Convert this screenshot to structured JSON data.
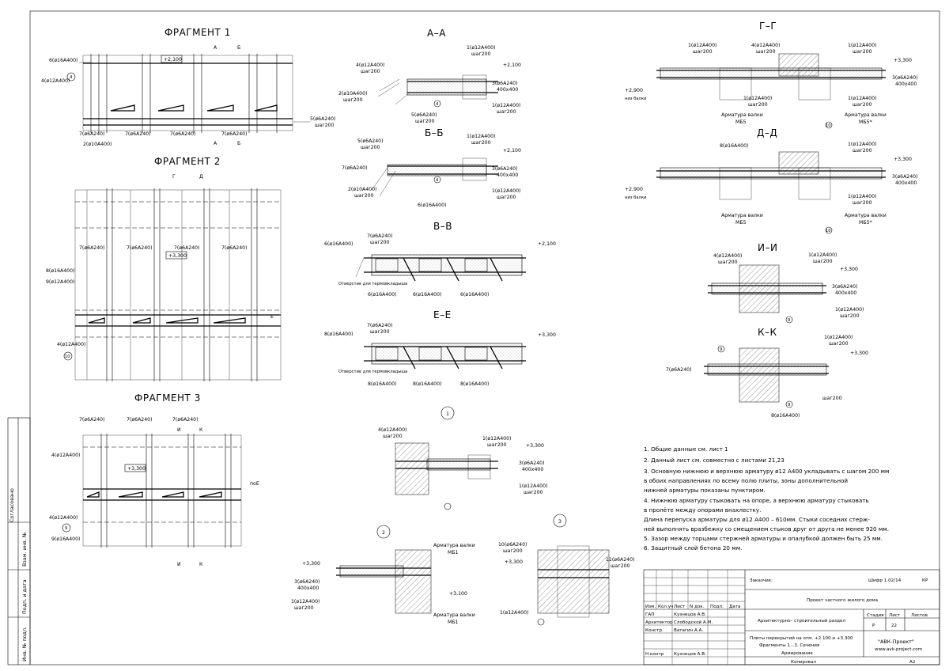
{
  "fragments": {
    "f1": "ФРАГМЕНТ 1",
    "f2": "ФРАГМЕНТ 2",
    "f3": "ФРАГМЕНТ 3"
  },
  "f1_labels": {
    "top": "6(ø16А400)",
    "left": "4(ø12А400)",
    "elev": "+2,100",
    "b1": "7(ø6А240)",
    "b2": "7(ø6А240)",
    "b3": "7(ø6А240)",
    "b4": "7(ø6А240)",
    "bottom": "2(ø10А400)",
    "right1": "5(ø6А240)",
    "right2": "шаг200",
    "secA": "А",
    "secB": "Б"
  },
  "f2_labels": {
    "g": "Г",
    "d": "Д",
    "r1": "7(ø6А240)",
    "r2": "7(ø6А240)",
    "r3": "7(ø6А240)",
    "r4": "7(ø6А240)",
    "elev": "+3,300",
    "left1": "8(ø16А400)",
    "left2": "9(ø12А400)",
    "left3": "4(ø12А400)",
    "e": "Е",
    "axis": "10"
  },
  "f3_labels": {
    "t1": "7(ø6А240)",
    "t2": "7(ø6А240)",
    "t3": "7(ø6А240)",
    "i": "И",
    "k": "К",
    "left1": "4(ø12А400)",
    "left2": "4(ø12А400)",
    "left3": "9(ø16А400)",
    "elev": "+3,300",
    "poe": "поЕ",
    "axis": "9"
  },
  "sections": {
    "aa": "А–А",
    "bb": "Б–Б",
    "vv": "В–В",
    "ee": "Е–Е",
    "gg": "Г–Г",
    "dd": "Д–Д",
    "ii": "И–И",
    "kk": "К–К",
    "n1": "1",
    "n2": "2",
    "n3": "3"
  },
  "sec_labels": {
    "aa_1": "4(ø12А400)",
    "aa_2": "шаг200",
    "aa_3": "2(ø10А400)",
    "aa_4": "шаг200",
    "aa_5": "5(ø6А240)",
    "aa_6": "шаг200",
    "aa_7": "1(ø12А400)",
    "aa_8": "шаг200",
    "aa_9": "3(ø6А240)",
    "aa_10": "400х400",
    "aa_11": "1(ø12А400)",
    "aa_12": "шаг200",
    "aa_elev": "+2,100",
    "bb_1": "5(ø6А240)",
    "bb_2": "шаг200",
    "bb_3": "7(ø6А240)",
    "bb_4": "2(ø10А400)",
    "bb_5": "шаг200",
    "bb_6": "6(ø16А400)",
    "bb_7": "1(ø12А400)",
    "bb_8": "шаг200",
    "bb_9": "3(ø6А240)",
    "bb_10": "400х400",
    "bb_11": "1(ø12А400)",
    "bb_12": "шаг200",
    "bb_elev": "+2,100",
    "vv_1": "7(ø6А240)",
    "vv_2": "шаг200",
    "vv_3": "6(ø16А400)",
    "vv_hole": "Отверстие для термовкладыша",
    "vv_b1": "6(ø16А400)",
    "vv_b2": "6(ø16А400)",
    "vv_b3": "6(ø16А400)",
    "vv_elev": "+2,100",
    "ee_1": "7(ø6А240)",
    "ee_2": "шаг200",
    "ee_3": "8(ø16А400)",
    "ee_hole": "Отверстие для термовкладыша",
    "ee_b1": "8(ø16А400)",
    "ee_b2": "8(ø16А400)",
    "ee_b3": "8(ø16А400)",
    "ee_elev": "+3,300",
    "gg_1": "1(ø12А400)",
    "gg_2": "шаг200",
    "gg_3": "4(ø12А400)",
    "gg_4": "шаг200",
    "gg_5": "1(ø12А400)",
    "gg_6": "шаг200",
    "gg_7": "3(ø6А240)",
    "gg_8": "400х400",
    "gg_9": "1(ø12А400)",
    "gg_10": "шаг200",
    "gg_11": "1(ø12А400)",
    "gg_12": "шаг200",
    "gg_13": "Арматура валки",
    "gg_14": "МБ5",
    "gg_15": "Арматура валки",
    "gg_16": "МБ5*",
    "gg_elev1": "+3,300",
    "gg_elev2": "+2,900",
    "gg_elev3": "низ балки",
    "dd_1": "8(ø16А400)",
    "dd_2": "1(ø12А400)",
    "dd_3": "шаг200",
    "dd_4": "3(ø6А240)",
    "dd_5": "400х400",
    "dd_6": "1(ø12А400)",
    "dd_7": "шаг200",
    "dd_8": "Арматура валки",
    "dd_9": "МБ5",
    "dd_10": "Арматура валки",
    "dd_11": "МБ5*",
    "dd_elev1": "+3,300",
    "dd_elev2": "+2,900",
    "dd_elev3": "низ балки",
    "ii_1": "4(ø12А400)",
    "ii_2": "шаг200",
    "ii_3": "1(ø12А400)",
    "ii_4": "шаг200",
    "ii_5": "3(ø6А240)",
    "ii_6": "400х400",
    "ii_7": "1(ø12А400)",
    "ii_8": "шаг200",
    "ii_elev": "+3,300",
    "kk_1": "1(ø12А400)",
    "kk_2": "шаг200",
    "kk_3": "7(ø6А240)",
    "kk_4": "8(ø16А400)",
    "kk_5": "шаг200",
    "kk_elev": "+3,300",
    "u1_1": "4(ø12А400)",
    "u1_2": "шаг200",
    "u1_3": "1(ø12А400)",
    "u1_4": "шаг200",
    "u1_5": "3(ø6А240)",
    "u1_6": "400х400",
    "u1_7": "1(ø12А400)",
    "u1_8": "шаг200",
    "u1_elev": "+3,300",
    "u2_1": "Арматура валки",
    "u2_2": "МБ1",
    "u2_3": "3(ø6А240)",
    "u2_4": "400х400",
    "u2_5": "1(ø12А400)",
    "u2_6": "шаг200",
    "u2_7": "Арматура валки",
    "u2_8": "МБ1",
    "u2_elev1": "+3,300",
    "u2_elev2": "+3,100",
    "u3_1": "10(ø6А240)",
    "u3_2": "шаг200",
    "u3_3": "11(ø6А240)",
    "u3_4": "шаг200",
    "u3_5": "1(ø12А400)",
    "u3_elev": "+3,300"
  },
  "notes": [
    "1. Общие данные см. лист 1",
    "2. Данный лист см. совместно с листами 21,23",
    "3. Основную нижнюю и верхнюю арматуру ø12 А400 укладывать с шагом 200 мм",
    "   в обоих направлениях по всему полю плиты, зоны дополнительной",
    "   нижней арматуры показаны пунктиром.",
    "4. Нижнюю арматуру стыковать на опоре, а верхнюю арматуру стыковать",
    "   в пролёте между опорами внахлестку.",
    "Длина перепуска арматуры для ø12 А400 – 610мм. Стыки соседних стерж-",
    "ней выполнять вразбежку со смещением стыков друг от друга не менее 920 мм.",
    "5. Зазор между торцами стержней арматуры и опалубкой должен быть 25 мм.",
    "6. Защитный слой бетона 20 мм."
  ],
  "side_stamp": {
    "s1": "Согласовано",
    "s2": "Взам. инв. №",
    "s3": "Подп. и дата",
    "s4": "Инв. № подл."
  },
  "title_block": {
    "customer_label": "Заказчик:",
    "code": "Шифр 1.02/14",
    "kr": "КР",
    "project": "Проект частного жилого дома",
    "h_izm": "Изм.",
    "h_koluch": "Кол.уч.",
    "h_list": "Лист",
    "h_ndok": "N док.",
    "h_podp": "Подп.",
    "h_data": "Дата",
    "r1_role": "ГАП",
    "r1_name": "Кузнецов А.В.",
    "r2_role": "Архитектор",
    "r2_name": "Слободской А.М.",
    "r3_role": "Констр.",
    "r3_name": "Ватагин А.А.",
    "r4_role": "Н.контр",
    "r4_name": "Кузнецов А.В.",
    "section": "Архитектурно– строительный раздел",
    "stage_h": "Стадия",
    "list_h": "Лист",
    "lists_h": "Листов",
    "stage": "Р",
    "sheet": "22",
    "sheet_title1": "Плиты перекрытий на отм. +2.100 и +3.300",
    "sheet_title2": "Фрагменты 1...3. Сечения",
    "sheet_title3": "Армирование",
    "company": "\"АВК-Проект\"",
    "site": "www.avk-project.com",
    "copied": "Копировал",
    "format": "А2"
  }
}
